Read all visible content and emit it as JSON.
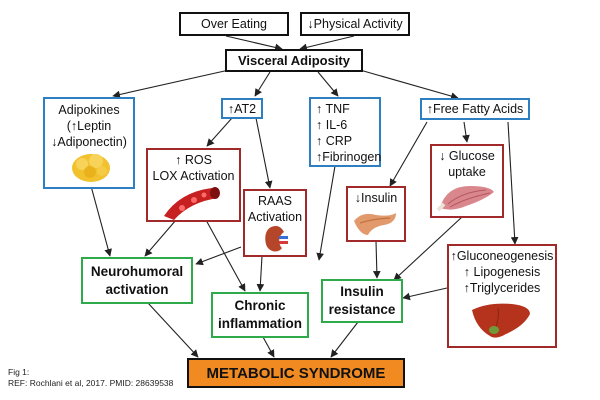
{
  "nodes": {
    "over_eating": "Over Eating",
    "physical_activity": "↓Physical Activity",
    "visceral_adiposity": "Visceral Adiposity",
    "adipokines": [
      "Adipokines",
      "(↑Leptin",
      "↓Adiponectin)"
    ],
    "at2": "↑AT2",
    "cytokines": [
      "↑ TNF",
      "↑ IL-6",
      "↑ CRP",
      "↑Fibrinogen"
    ],
    "ffa": "↑Free Fatty Acids",
    "ros": [
      "↑ ROS",
      "LOX Activation"
    ],
    "raas": [
      "RAAS",
      "Activation"
    ],
    "insulin": "↓Insulin",
    "glucose": [
      "↓ Glucose",
      "uptake"
    ],
    "gluconeogenesis": [
      "↑Gluconeogenesis",
      "↑ Lipogenesis",
      "↑Triglycerides"
    ],
    "neurohumoral": [
      "Neurohumoral",
      "activation"
    ],
    "chronic_inflammation": [
      "Chronic",
      "inflammation"
    ],
    "insulin_resistance": [
      "Insulin",
      "resistance"
    ],
    "metabolic_syndrome": "METABOLIC SYNDROME"
  },
  "caption": {
    "fig": "Fig 1:",
    "ref": "REF: Rochlani et al, 2017. PMID: 28639538"
  },
  "colors": {
    "black_border": "#111111",
    "blue_border": "#2e7fc1",
    "red_border": "#a02a2a",
    "green_border": "#2faa4a",
    "orange_fill": "#f08a21"
  },
  "icons": [
    "fat-tissue-icon",
    "blood-vessel-icon",
    "kidney-icon",
    "pancreas-icon",
    "muscle-icon",
    "liver-icon"
  ]
}
